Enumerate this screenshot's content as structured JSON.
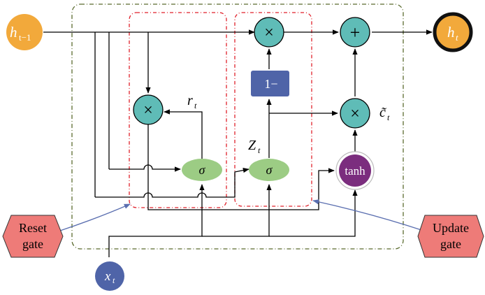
{
  "nodes": {
    "h_prev": {
      "base": "h",
      "sub": "t−1"
    },
    "h_t": {
      "base": "h",
      "sub": "t"
    },
    "x_t": {
      "base": "x",
      "sub": "t"
    },
    "one_minus": "1−",
    "tanh": "tanh",
    "sigma": "σ",
    "multiply": "×",
    "add": "+"
  },
  "labels": {
    "r_t": {
      "base": "r",
      "sub": "t"
    },
    "z_t": {
      "base": "Z",
      "sub": "t"
    },
    "c_tilde": {
      "base": "c̃",
      "sub": "t"
    }
  },
  "callouts": {
    "reset_gate": [
      "Reset",
      "gate"
    ],
    "update_gate": [
      "Update",
      "gate"
    ]
  },
  "colors": {
    "orange": "#f2a93b",
    "teal": "#5fbcb7",
    "green": "#9ccc84",
    "purple": "#7b2d7e",
    "slate_blue": "#4f64a8",
    "salmon": "#ee7b78",
    "red_dash": "#e0202a",
    "olive_dash": "#5a6b2e",
    "arrow_blue": "#5b6fb0"
  }
}
